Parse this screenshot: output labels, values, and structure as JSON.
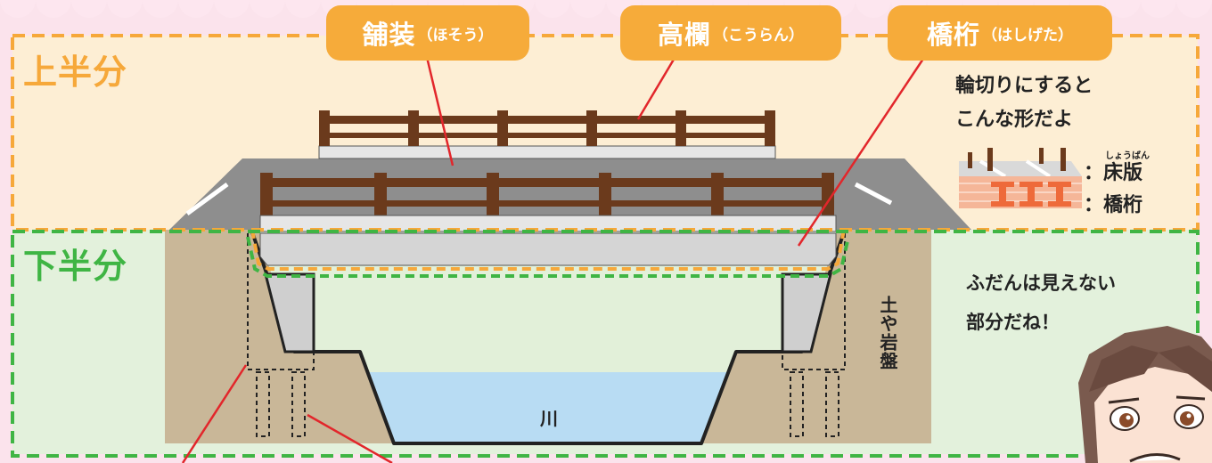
{
  "sections": {
    "upper": {
      "label": "上半分",
      "color": "#f6a83a"
    },
    "lower": {
      "label": "下半分",
      "color": "#3fb544"
    }
  },
  "callouts": [
    {
      "main": "舗装",
      "reading": "（ほそう）"
    },
    {
      "main": "高欄",
      "reading": "（こうらん）"
    },
    {
      "main": "橋桁",
      "reading": "（はしげた）"
    }
  ],
  "note": {
    "line1": "輪切りにすると",
    "line2": "こんな形だよ"
  },
  "legend": {
    "deck_ruby": "しょうばん",
    "deck_label": "：床版",
    "girder_label": "：橋桁"
  },
  "ground_label": "土や岩盤",
  "river_label": "川",
  "speech": {
    "line1": "ふだんは見えない",
    "line2": "部分だね！"
  },
  "colors": {
    "railing": "#6b3a1c",
    "road": "#8e8e8e",
    "soil": "#c9b798",
    "river": "#b8dcf3",
    "accent": "#f6ab3a",
    "pointer": "#e2262b"
  }
}
